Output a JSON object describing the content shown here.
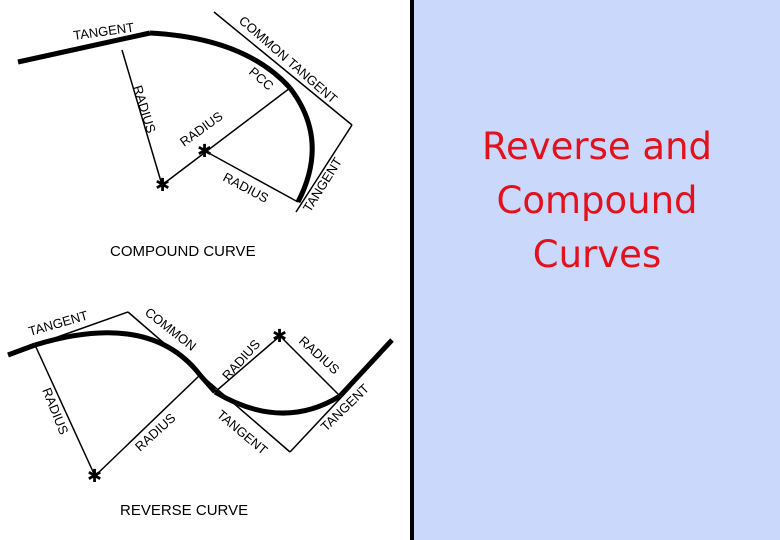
{
  "slide": {
    "title_lines": [
      "Reverse and",
      "Compound",
      "Curves"
    ],
    "title_color": "#e3111b",
    "panel_color": "#c9d8fb"
  },
  "compound_curve": {
    "caption": "COMPOUND CURVE",
    "tangent": "TANGENT",
    "common_tangent": "COMMON TANGENT",
    "pcc": "PCC",
    "radius_1": "RADIUS",
    "radius_2": "RADIUS",
    "radius_3": "RADIUS",
    "tangent_2": "TANGENT"
  },
  "reverse_curve": {
    "caption": "REVERSE CURVE",
    "tangent": "TANGENT",
    "common": "COMMON",
    "radius_1": "RADIUS",
    "radius_2": "RADIUS",
    "radius_3": "RADIUS",
    "radius_4": "RADIUS",
    "tangent_mid": "TANGENT",
    "tangent_right": "TANGENT"
  }
}
